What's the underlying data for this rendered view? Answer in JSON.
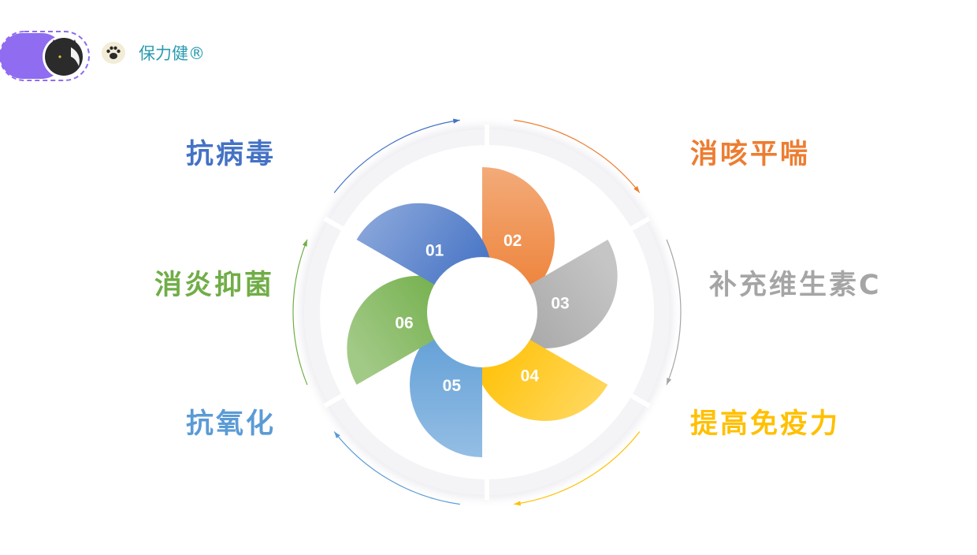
{
  "brand": {
    "name": "保力健®",
    "icon": "paw-icon",
    "logo": "cat-logo"
  },
  "features": [
    {
      "number": "01",
      "label": "抗病毒",
      "color": "#4472c4"
    },
    {
      "number": "02",
      "label": "消咳平喘",
      "color": "#ed7d31"
    },
    {
      "number": "03",
      "label": "补充维生素C",
      "color": "#a5a5a5"
    },
    {
      "number": "04",
      "label": "提高免疫力",
      "color": "#ffc000"
    },
    {
      "number": "05",
      "label": "抗氧化",
      "color": "#5b9bd5"
    },
    {
      "number": "06",
      "label": "消炎抑菌",
      "color": "#70ad47"
    }
  ],
  "accent": "#8f6cf0"
}
